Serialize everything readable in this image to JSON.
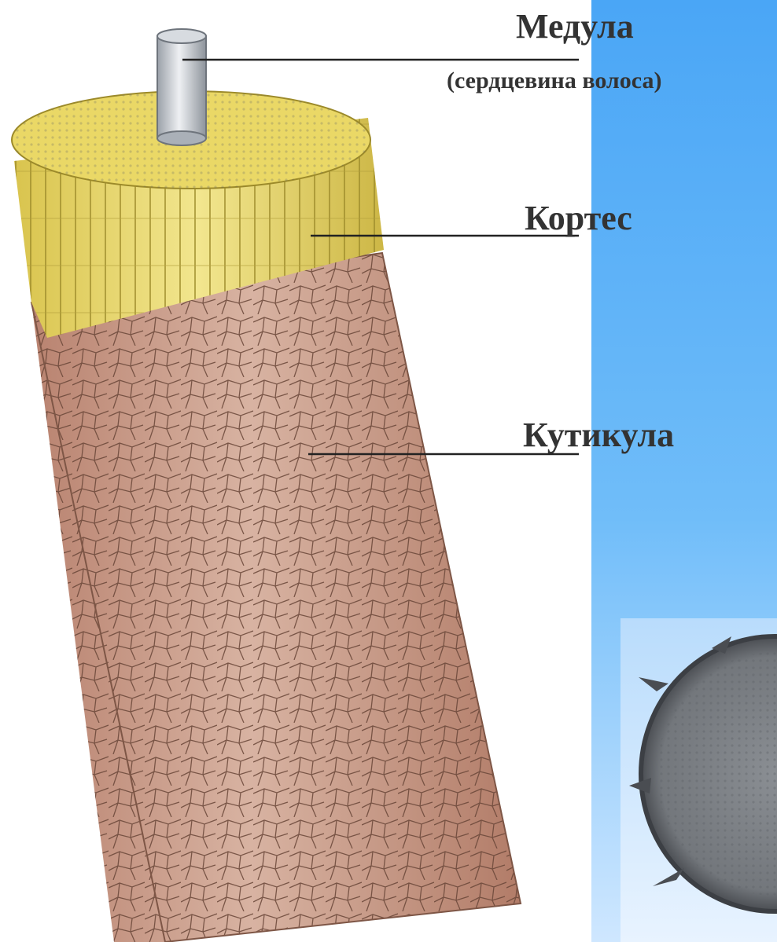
{
  "labels": {
    "medulla": "Медула",
    "medulla_note": "(сердцевина волоса)",
    "cortex": "Кортес",
    "cuticle": "Кутикула"
  },
  "colors": {
    "background": "#ffffff",
    "panel_top": "#5aaef5",
    "panel_bottom": "#c7e4ff",
    "label_text": "#333333",
    "leader_line": "#222222",
    "medulla_core": "#c8ccd2",
    "cortex_fibers": "#e6d872",
    "cuticle_scales": "#c99a86",
    "micrograph": "#6f7378"
  }
}
